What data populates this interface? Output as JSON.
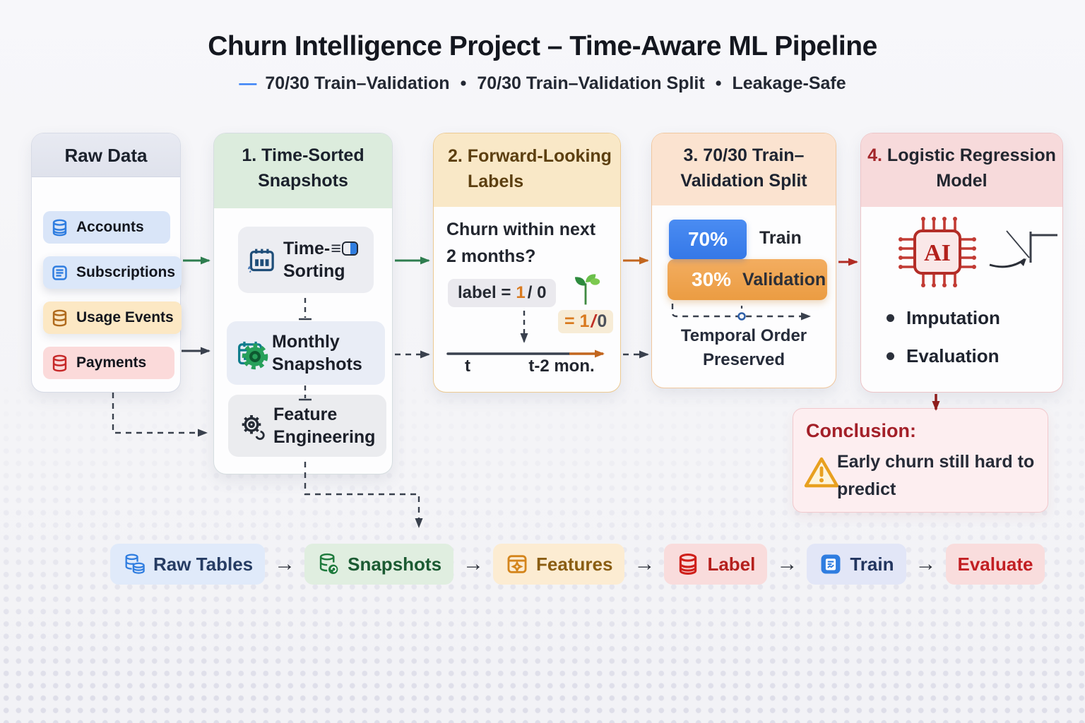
{
  "header": {
    "title": "Churn Intelligence Project – Time-Aware ML Pipeline",
    "dash": "—",
    "bullet": "•",
    "subtitle_parts": [
      "70/30 Train–Validation",
      "70/30 Train–Validation Split",
      "Leakage-Safe"
    ]
  },
  "colors": {
    "train": "#3b82f6",
    "validation": "#f0a050",
    "accent_green": "#2e7d4f",
    "accent_orange": "#c2661f",
    "accent_red": "#b02c24",
    "subtitle_dash": "#3b82f6"
  },
  "raw_data": {
    "title": "Raw Data",
    "items": [
      {
        "label": "Accounts",
        "icon": "database-icon",
        "color": "#2f7de0"
      },
      {
        "label": "Subscriptions",
        "icon": "list-icon",
        "color": "#2f7de0"
      },
      {
        "label": "Usage Events",
        "icon": "database-icon",
        "color": "#b06a1d"
      },
      {
        "label": "Payments",
        "icon": "database-icon",
        "color": "#c62828"
      }
    ]
  },
  "step1": {
    "title_line1": "1. Time-Sorted",
    "title_line2": "Snapshots",
    "items": [
      {
        "line1": "Time-",
        "glyph": "≡",
        "line2": "Sorting",
        "icon": "calendar-chart-icon"
      },
      {
        "line1": "Monthly",
        "line2": "Snapshots",
        "icon": "calendar-gear-icon"
      },
      {
        "line1": "Feature",
        "line2": "Engineering",
        "icon": "gear-icon"
      }
    ]
  },
  "step2": {
    "title_line1": "2. Forward-Looking",
    "title_line2": "Labels",
    "question_line1": "Churn within next",
    "question_line2": "2 months?",
    "label_prefix": "label =",
    "label_one": "1",
    "label_slash_zero": "/ 0",
    "badge_eq_one": "= 1",
    "badge_slash": "/",
    "badge_zero": "0",
    "timeline_t": "t",
    "timeline_t2": "t-2 mon."
  },
  "step3": {
    "title_line1": "3. 70/30 Train–",
    "title_line2": "Validation Split",
    "train_pct": "70%",
    "train_label": "Train",
    "val_pct": "30%",
    "val_label": "Validation",
    "note_line1": "Temporal Order",
    "note_line2": "Preserved"
  },
  "step4": {
    "title_num": "4.",
    "title_rest": " Logistic Regression",
    "title_line2": "Model",
    "chip_text": "AI",
    "bullets": [
      "Imputation",
      "Evaluation"
    ]
  },
  "conclusion": {
    "heading": "Conclusion:",
    "line1": "Early churn still hard to",
    "line2": "predict",
    "icon": "warning-icon"
  },
  "flow": {
    "arrow": "→",
    "items": [
      {
        "label": "Raw Tables",
        "icon": "database-stack-icon"
      },
      {
        "label": "Snapshots",
        "icon": "database-refresh-icon"
      },
      {
        "label": "Features",
        "icon": "feature-star-icon"
      },
      {
        "label": "Label",
        "icon": "database-icon"
      },
      {
        "label": "Train",
        "icon": "train-doc-icon"
      },
      {
        "label": "Evaluate",
        "icon": "none"
      }
    ]
  }
}
